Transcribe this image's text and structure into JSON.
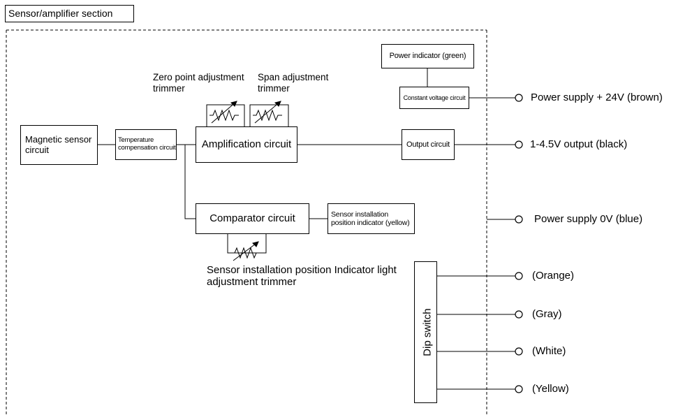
{
  "section_title": "Sensor/amplifier section",
  "blocks": {
    "magnetic_sensor": "Magnetic sensor circuit",
    "temperature_comp": "Temperature compensation circuit",
    "amplification": "Amplification circuit",
    "comparator": "Comparator circuit",
    "output": "Output circuit",
    "power_indicator": "Power indicator (green)",
    "constant_voltage": "Constant voltage circuit",
    "install_indicator": "Sensor installation position indicator (yellow)",
    "dip_switch": "Dip switch"
  },
  "trimmer_labels": {
    "zero_point": "Zero point adjustment trimmer",
    "span": "Span adjustment trimmer",
    "install_position": "Sensor installation position Indicator light adjustment trimmer"
  },
  "terminals": [
    "Power supply + 24V (brown)",
    "1-4.5V output (black)",
    "Power supply 0V (blue)",
    "(Orange)",
    "(Gray)",
    "(White)",
    "(Yellow)"
  ]
}
